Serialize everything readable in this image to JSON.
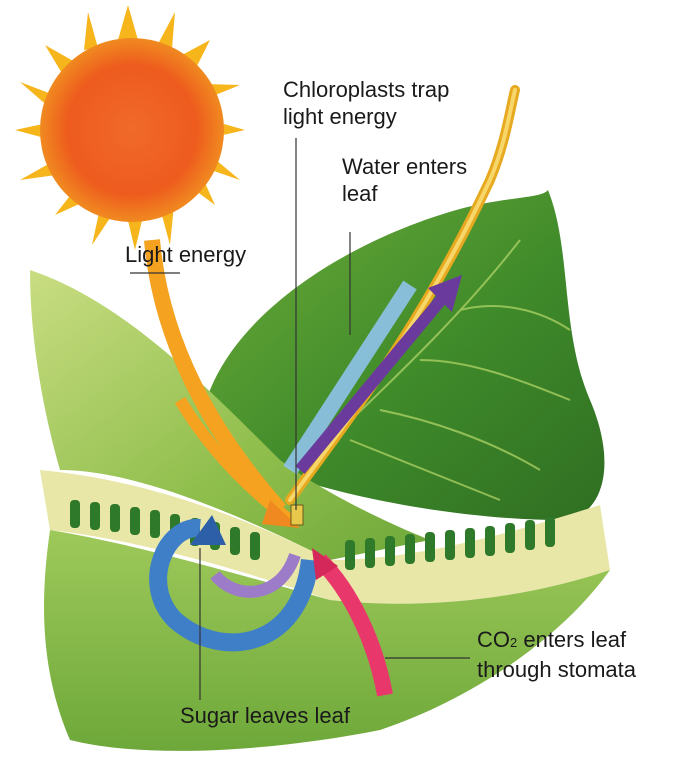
{
  "labels": {
    "chloroplasts": {
      "line1": "Chloroplasts trap",
      "line2": "light energy"
    },
    "water": {
      "line1": "Water enters",
      "line2": "leaf"
    },
    "light": "Light energy",
    "co2": {
      "prefix": "CO",
      "subscript": "2",
      "line1_rest": " enters leaf",
      "line2": "through stomata"
    },
    "sugar": "Sugar leaves leaf"
  },
  "colors": {
    "sun_core": "#ef5a1c",
    "sun_rays": "#f7b51c",
    "leaf_dark": "#3f8a2a",
    "leaf_light": "#a9cf55",
    "water_arrow": "#8fc3ea",
    "sugar_arrow": "#6a3b9c",
    "light_arrow": "#f4a21f",
    "co2_arrow": "#e8386b",
    "blue_arrow": "#3f7fc8",
    "xylem": "#e7a91f"
  }
}
